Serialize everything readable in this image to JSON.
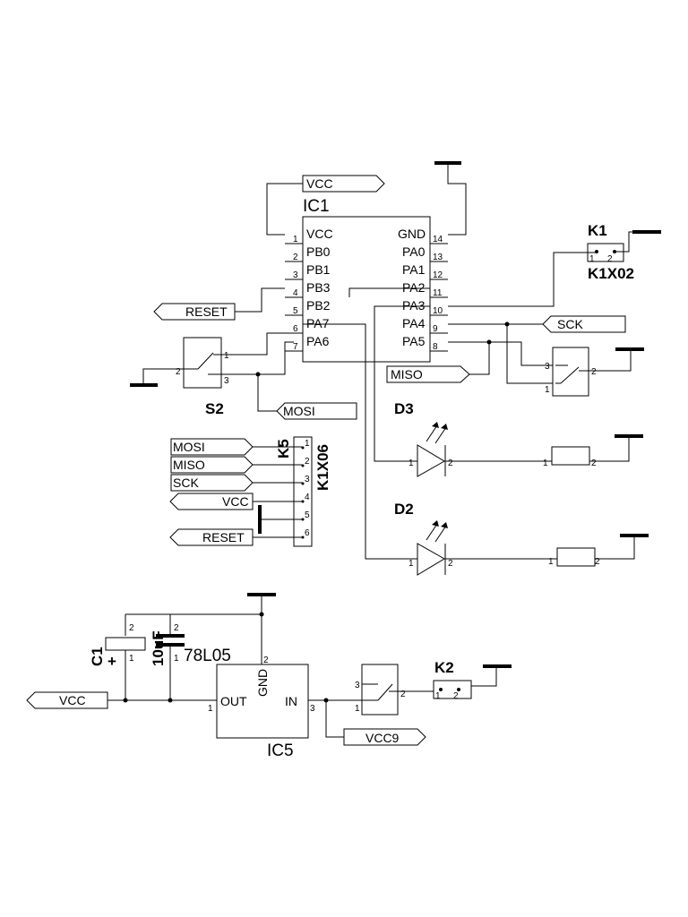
{
  "ic1": {
    "name": "IC1",
    "left_pins": [
      {
        "num": "1",
        "label": "VCC"
      },
      {
        "num": "2",
        "label": "PB0"
      },
      {
        "num": "3",
        "label": "PB1"
      },
      {
        "num": "4",
        "label": "PB3"
      },
      {
        "num": "5",
        "label": "PB2"
      },
      {
        "num": "6",
        "label": "PA7"
      },
      {
        "num": "7",
        "label": "PA6"
      }
    ],
    "right_pins": [
      {
        "num": "14",
        "label": "GND"
      },
      {
        "num": "13",
        "label": "PA0"
      },
      {
        "num": "12",
        "label": "PA1"
      },
      {
        "num": "11",
        "label": "PA2"
      },
      {
        "num": "10",
        "label": "PA3"
      },
      {
        "num": "9",
        "label": "PA4"
      },
      {
        "num": "8",
        "label": "PA5"
      }
    ]
  },
  "ports": {
    "vcc_top": "VCC",
    "reset_left": "RESET",
    "sck_right": "SCK",
    "miso_mid": "MISO",
    "mosi_s2": "MOSI",
    "k5_mosi": "MOSI",
    "k5_miso": "MISO",
    "k5_sck": "SCK",
    "k5_vcc": "VCC",
    "k5_reset": "RESET",
    "vcc_bottom": "VCC",
    "vcc9": "VCC9"
  },
  "k1": {
    "name": "K1",
    "part": "K1X02",
    "pins": [
      "1",
      "2"
    ]
  },
  "k5": {
    "name": "K5",
    "part": "K1X06",
    "pins": [
      "1",
      "2",
      "3",
      "4",
      "5",
      "6"
    ]
  },
  "k2": {
    "name": "K2",
    "pins": [
      "1",
      "2"
    ]
  },
  "s2": {
    "name": "S2",
    "pins": [
      "1",
      "2",
      "3"
    ]
  },
  "sw_right": {
    "pins": [
      "3",
      "2",
      "1"
    ]
  },
  "sw_bottom": {
    "pins": [
      "3",
      "2",
      "1"
    ]
  },
  "d3": {
    "name": "D3",
    "pins": [
      "1",
      "2"
    ]
  },
  "d2": {
    "name": "D2",
    "pins": [
      "1",
      "2"
    ]
  },
  "r_d3": {
    "pins": [
      "1",
      "2"
    ]
  },
  "r_d2": {
    "pins": [
      "1",
      "2"
    ]
  },
  "c1": {
    "name": "C1",
    "plus": "+",
    "pins": [
      "2",
      "1"
    ]
  },
  "cap2": {
    "value": "10uF",
    "pins": [
      "2",
      "1"
    ]
  },
  "ic5": {
    "name": "IC5",
    "part": "78L05",
    "out_label": "OUT",
    "gnd_label": "GND",
    "in_label": "IN",
    "pin_out": "1",
    "pin_gnd": "2",
    "pin_in": "3"
  }
}
